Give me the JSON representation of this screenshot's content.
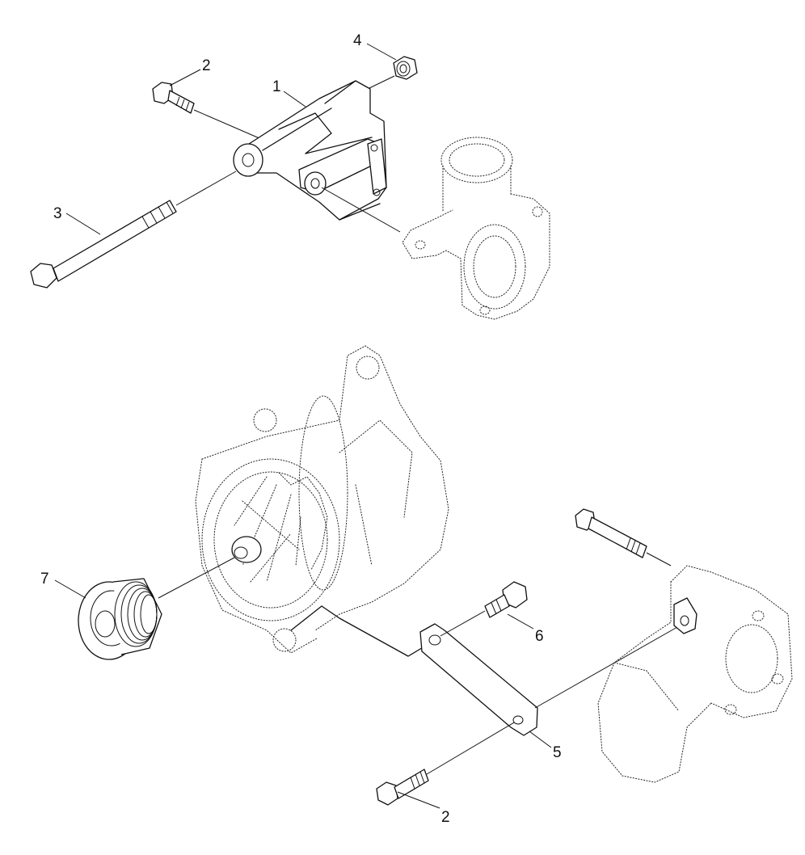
{
  "callouts": [
    {
      "id": "1"
    },
    {
      "id": "2"
    },
    {
      "id": "3"
    },
    {
      "id": "4"
    },
    {
      "id": "5"
    },
    {
      "id": "6"
    },
    {
      "id": "7"
    },
    {
      "id": "2"
    }
  ],
  "labels": {
    "c1": "1",
    "c2a": "2",
    "c3": "3",
    "c4": "4",
    "c5": "5",
    "c6": "6",
    "c7": "7",
    "c2b": "2"
  }
}
